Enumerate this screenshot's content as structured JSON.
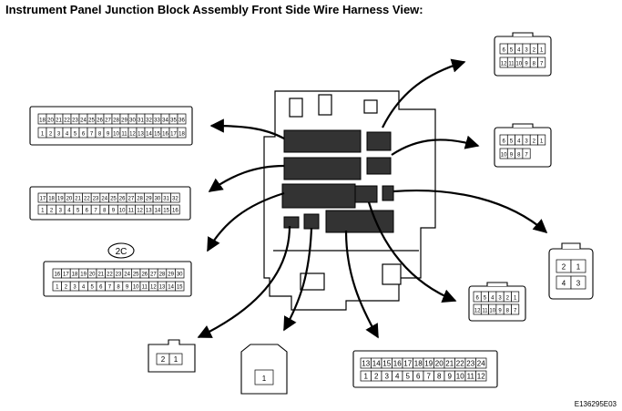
{
  "title": "Instrument Panel Junction Block Assembly Front Side Wire Harness View:",
  "reference_code": "E136295E03",
  "connector_label": "2C",
  "connectors": {
    "right_top": {
      "top": [
        "6",
        "5",
        "4",
        "3",
        "2",
        "1"
      ],
      "bottom": [
        "12",
        "11",
        "10",
        "9",
        "8",
        "7"
      ]
    },
    "right_mid": {
      "top": [
        "6",
        "5",
        "4",
        "3",
        "2",
        "1"
      ],
      "bottom": [
        "10",
        "9",
        "8",
        "7"
      ]
    },
    "right_lower": {
      "top": [
        "6",
        "5",
        "4",
        "3",
        "2",
        "1"
      ],
      "bottom": [
        "12",
        "11",
        "10",
        "9",
        "8",
        "7"
      ]
    },
    "right_square": {
      "top": [
        "2",
        "1"
      ],
      "bottom": [
        "4",
        "3"
      ]
    },
    "left_1": {
      "top": [
        "18",
        "20",
        "21",
        "22",
        "23",
        "24",
        "25",
        "26",
        "27",
        "28",
        "29",
        "30",
        "31",
        "32",
        "33",
        "34",
        "35",
        "36"
      ],
      "bottom": [
        "1",
        "2",
        "3",
        "4",
        "5",
        "6",
        "7",
        "8",
        "9",
        "10",
        "11",
        "12",
        "13",
        "14",
        "15",
        "16",
        "17",
        "18"
      ]
    },
    "left_2": {
      "top": [
        "17",
        "18",
        "19",
        "20",
        "21",
        "22",
        "23",
        "24",
        "25",
        "26",
        "27",
        "28",
        "29",
        "30",
        "31",
        "32"
      ],
      "bottom": [
        "1",
        "2",
        "3",
        "4",
        "5",
        "6",
        "7",
        "8",
        "9",
        "10",
        "11",
        "12",
        "13",
        "14",
        "15",
        "16"
      ]
    },
    "left_3": {
      "top": [
        "16",
        "17",
        "18",
        "19",
        "20",
        "21",
        "22",
        "23",
        "24",
        "25",
        "26",
        "27",
        "28",
        "29",
        "30"
      ],
      "bottom": [
        "1",
        "2",
        "3",
        "4",
        "5",
        "6",
        "7",
        "8",
        "9",
        "10",
        "11",
        "12",
        "13",
        "14",
        "15"
      ]
    },
    "small_2": {
      "top": [
        "2",
        "1"
      ]
    },
    "single": {
      "top": [
        "1"
      ]
    },
    "bottom_wide": {
      "top": [
        "13",
        "14",
        "15",
        "16",
        "17",
        "18",
        "19",
        "20",
        "21",
        "22",
        "23",
        "24"
      ],
      "bottom": [
        "1",
        "2",
        "3",
        "4",
        "5",
        "6",
        "7",
        "8",
        "9",
        "10",
        "11",
        "12"
      ]
    }
  }
}
